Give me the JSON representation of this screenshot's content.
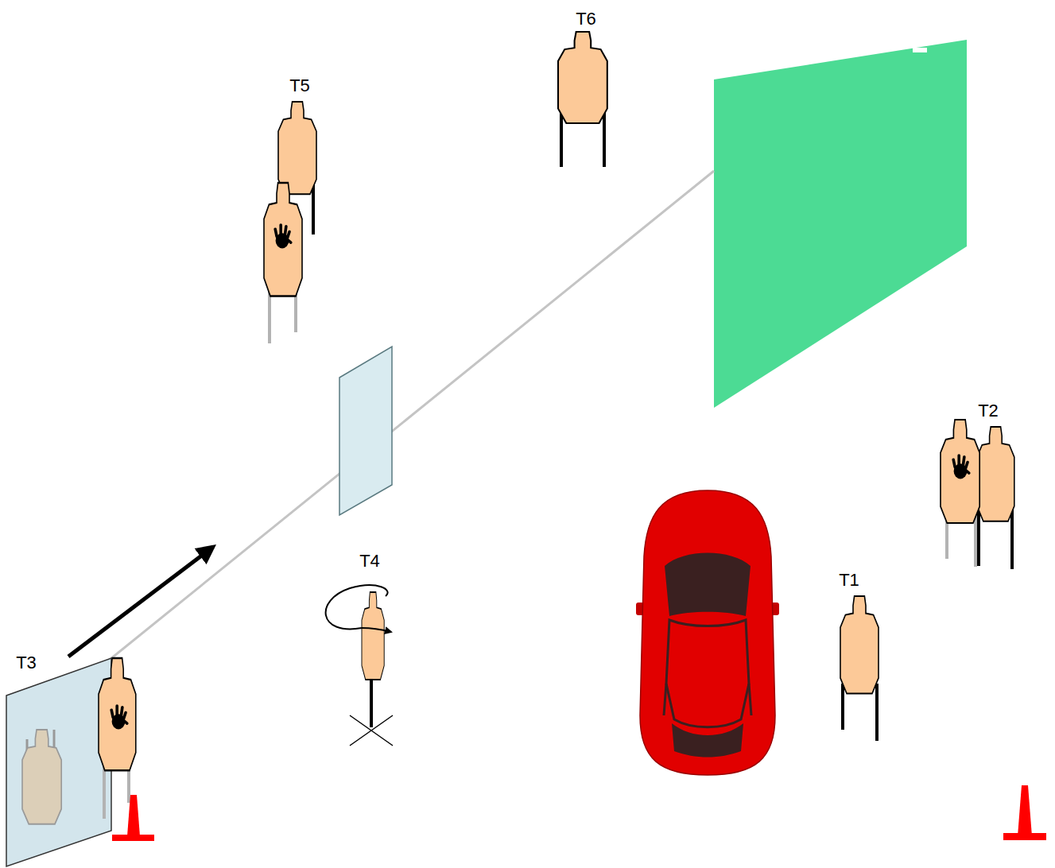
{
  "diagram": {
    "labels": [
      "T6",
      "T5",
      "T2",
      "T4",
      "T1",
      "T3"
    ]
  }
}
